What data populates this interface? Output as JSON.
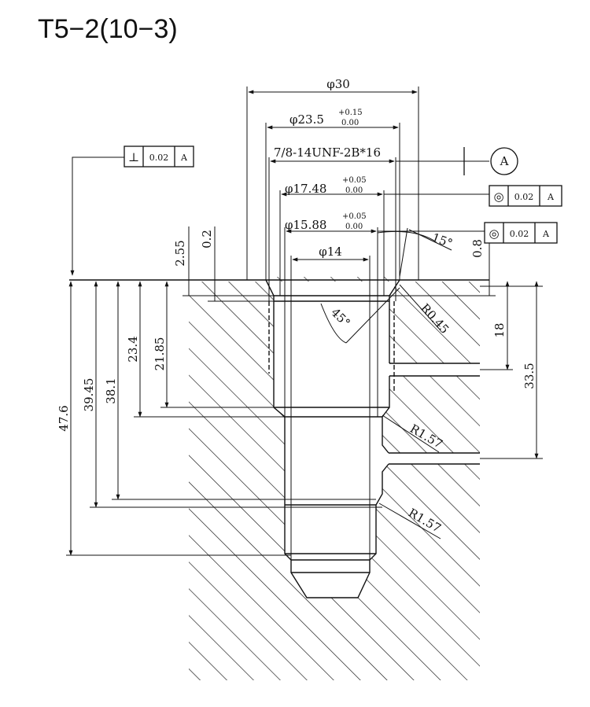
{
  "title": "T5−2(10−3)",
  "dims": {
    "d30": "φ30",
    "d23_5": "φ23.5",
    "d23_5_tol_up": "+0.15",
    "d23_5_tol_lo": "0.00",
    "thread": "7/8-14UNF-2B*16",
    "d17_48": "φ17.48",
    "d17_48_tol_up": "+0.05",
    "d17_48_tol_lo": "0.00",
    "d15_88": "φ15.88",
    "d15_88_tol_up": "+0.05",
    "d15_88_tol_lo": "0.00",
    "d14": "φ14",
    "v2_55": "2.55",
    "v0_2": "0.2",
    "v0_8": "0.8",
    "a15": "15°",
    "a45": "45°",
    "r045": "R0.45",
    "r157a": "R1.57",
    "r157b": "R1.57",
    "v47_6": "47.6",
    "v39_45": "39.45",
    "v38_1": "38.1",
    "v23_4": "23.4",
    "v21_85": "21.85",
    "v18": "18",
    "v33_5": "33.5"
  },
  "datum": {
    "label": "A"
  },
  "fcf_perp": {
    "symbol": "⊥",
    "value": "0.02",
    "datum": "A"
  },
  "fcf_conc1": {
    "symbol": "◎",
    "value": "0.02",
    "datum": "A"
  },
  "fcf_conc2": {
    "symbol": "◎",
    "value": "0.02",
    "datum": "A"
  }
}
